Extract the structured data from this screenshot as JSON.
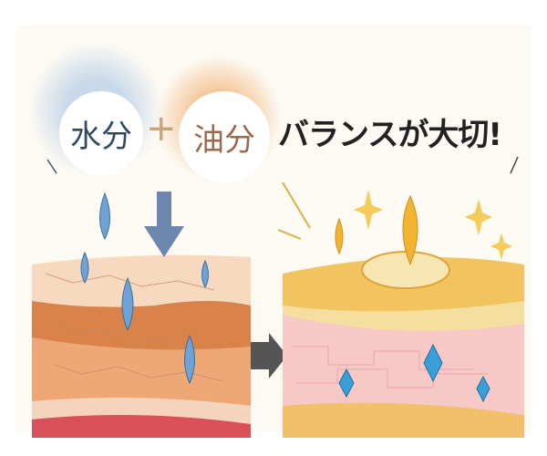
{
  "title": {
    "water": "水分",
    "plus": "+",
    "oil": "油分",
    "headline": "バランスが大切!"
  },
  "panels": {
    "left": {
      "label": "dry-skin-with-water-drops",
      "arrow": "down-arrow"
    },
    "transition": {
      "arrow": "right-arrow"
    },
    "right": {
      "label": "balanced-skin-with-oil-layer"
    }
  },
  "colors": {
    "water_text": "#2f4a5e",
    "oil_text": "#9b6a4c",
    "plus": "#c9a27a",
    "headline": "#222222",
    "water_drop": "#6fa3d6",
    "oil_drop": "#f2b431",
    "arrow_blue": "#6d86ad",
    "arrow_gray": "#555555"
  }
}
